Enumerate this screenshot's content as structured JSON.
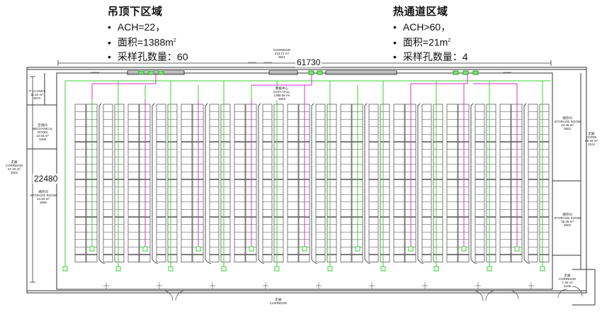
{
  "annotations": {
    "ceiling": {
      "title": "吊顶下区域",
      "items": [
        "ACH=22，",
        "面积=1388m",
        "采样孔数量：60"
      ],
      "area_unit_sup": "2"
    },
    "hot_aisle": {
      "title": "热通道区域",
      "items": [
        "ACH>60，",
        "面积=21m",
        "采样孔数量：4"
      ],
      "area_unit_sup": "2"
    }
  },
  "dimensions": {
    "width": "61730",
    "height": "22480"
  },
  "rooms": {
    "it_closet": [
      "IT CLOSET",
      "11.52 m²",
      "3570"
    ],
    "mechanical_room": [
      "空调间",
      "MECHANICAL ROOM",
      "13.56 m²",
      "3409"
    ],
    "corridor_left": [
      "走廊",
      "CORRIDOR",
      "67.30 m²",
      "3503"
    ],
    "storage_left": [
      "储存间",
      "STORAGE ROOM",
      "44.50 m²",
      "3566"
    ],
    "corridor_top": [
      "CORRIDOR",
      "216.72 m²",
      "3501"
    ],
    "data_hall": [
      "数据中心",
      "DATA HALL",
      "1388.08 m²",
      "3502"
    ],
    "storage_right_1": [
      "储存间",
      "STORAGE ROOM",
      "33.48 m²",
      "3502"
    ],
    "storage_right_2": [
      "储存间",
      "STORAGE ROOM",
      "35.36 m²",
      "3502"
    ],
    "corridor_right": [
      "走廊",
      "CORRI",
      "68.26 m²",
      "3104"
    ],
    "corridor_br": [
      "走廊",
      "CORRIDOR",
      "7.36 m²",
      "3105"
    ],
    "corridor_bottom": [
      "走廊",
      "CORRIDOR"
    ]
  },
  "colors": {
    "wall": "#333333",
    "rack": "#444444",
    "pipe_green": "#39d32f",
    "pipe_magenta": "#d933c8"
  }
}
